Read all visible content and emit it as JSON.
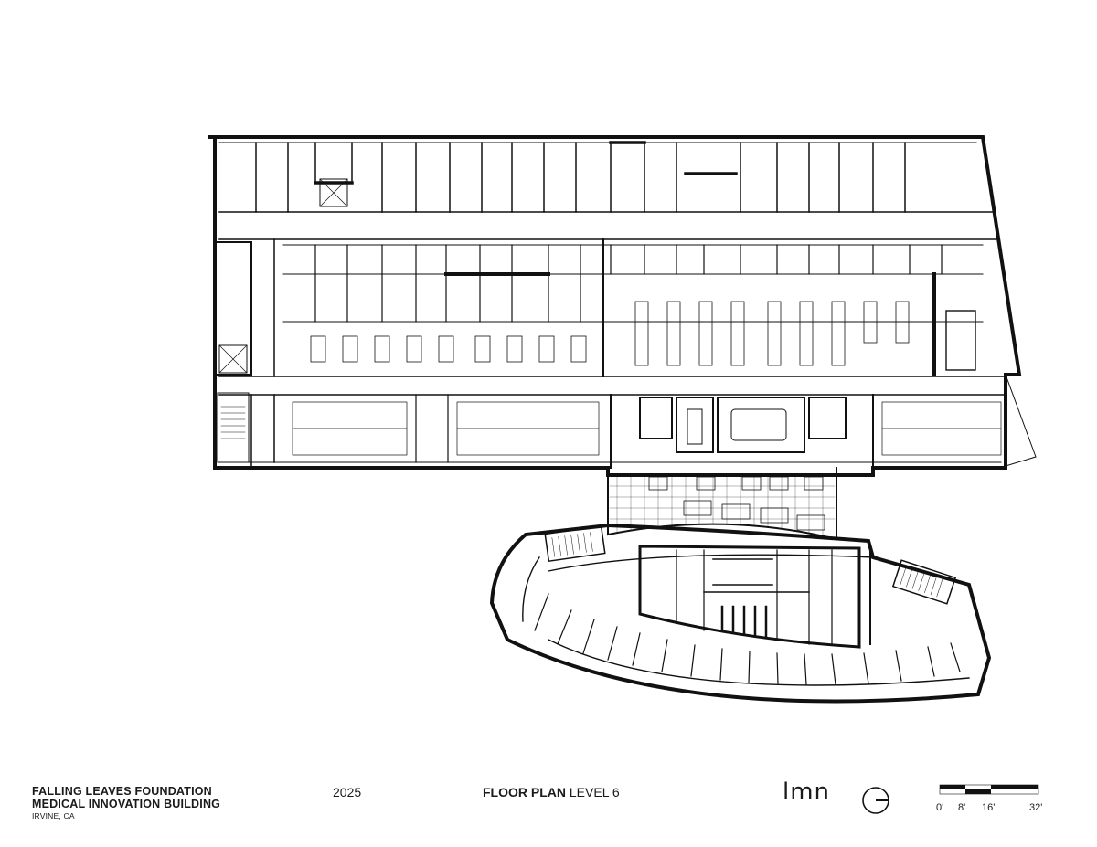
{
  "project": {
    "name_line1": "FALLING LEAVES FOUNDATION",
    "name_line2": "MEDICAL INNOVATION BUILDING",
    "location": "IRVINE, CA"
  },
  "year": "2025",
  "sheet": {
    "title_bold": "FLOOR PLAN",
    "title_rest": " LEVEL 6"
  },
  "firm_logo": "lmn",
  "scale_bar": {
    "labels": [
      "0'",
      "8'",
      "16'",
      "32'"
    ]
  },
  "icons": {
    "north_arrow": "north-arrow-icon"
  }
}
